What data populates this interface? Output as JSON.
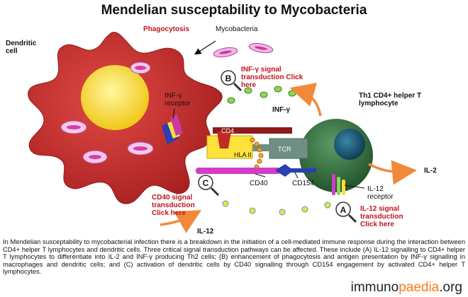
{
  "title": "Mendelian susceptability to Mycobacteria",
  "labels": {
    "dendritic_cell": "Dendritic cell",
    "phagocytosis": "Phagocytosis",
    "mycobacteria": "Mycobacteria",
    "infg_receptor": "INF-γ receptor",
    "infg": "INF-γ",
    "th1": "Th1 CD4+ helper T lymphocyte",
    "cd4": "CD4",
    "hla2": "HLA II",
    "tcr": "TCR",
    "cd40": "CD40",
    "cd154": "CD154",
    "il12_receptor": "IL-12 receptor",
    "il2": "IL-2",
    "il12": "IL-12"
  },
  "links": {
    "b": {
      "marker": "B",
      "text": "INF-γ signal transduction Click here"
    },
    "c": {
      "marker": "C",
      "text": "CD40 signal transduction Click here"
    },
    "a": {
      "marker": "A",
      "text": "IL-12 signal transduction Click here"
    }
  },
  "caption": "In Mendelian susceptability to mycobacterial infection there is a breakdown in the initiation of a cell-mediated immune response during the interaction between CD4+ helper T lymphocytes and dendritic cells. Three critical signal transduction pathways can be affected. These include (A) IL-12 signalling to CD4+ helper T lymphocytes to differentiate into IL-2 and INF-γ producing Th2 cells; (B) enhancement of phagocytosis and antigen presentation by INF-γ signalling in macrophages and dendritic cells; and (C) activation of dendritic cells by CD40 signalling through CD154 engagement by activated CD4+ helper T lymphocytes.",
  "brand": {
    "prefix": "immuno",
    "accent": "paedia",
    "suffix": ".org"
  },
  "colors": {
    "dendritic_cell": "#c22a28",
    "nucleus": "#f4d21a",
    "t_cell": "#2f6b3a",
    "t_nucleus": "#1e5b78",
    "link_red": "#c0141e",
    "arrow_orange": "#f08a3a",
    "cd40_purple": "#d23cc8",
    "cd154_blue": "#2a3fb0",
    "hla_yellow": "#ffe23a",
    "tcr_grey": "#6f8f86"
  }
}
